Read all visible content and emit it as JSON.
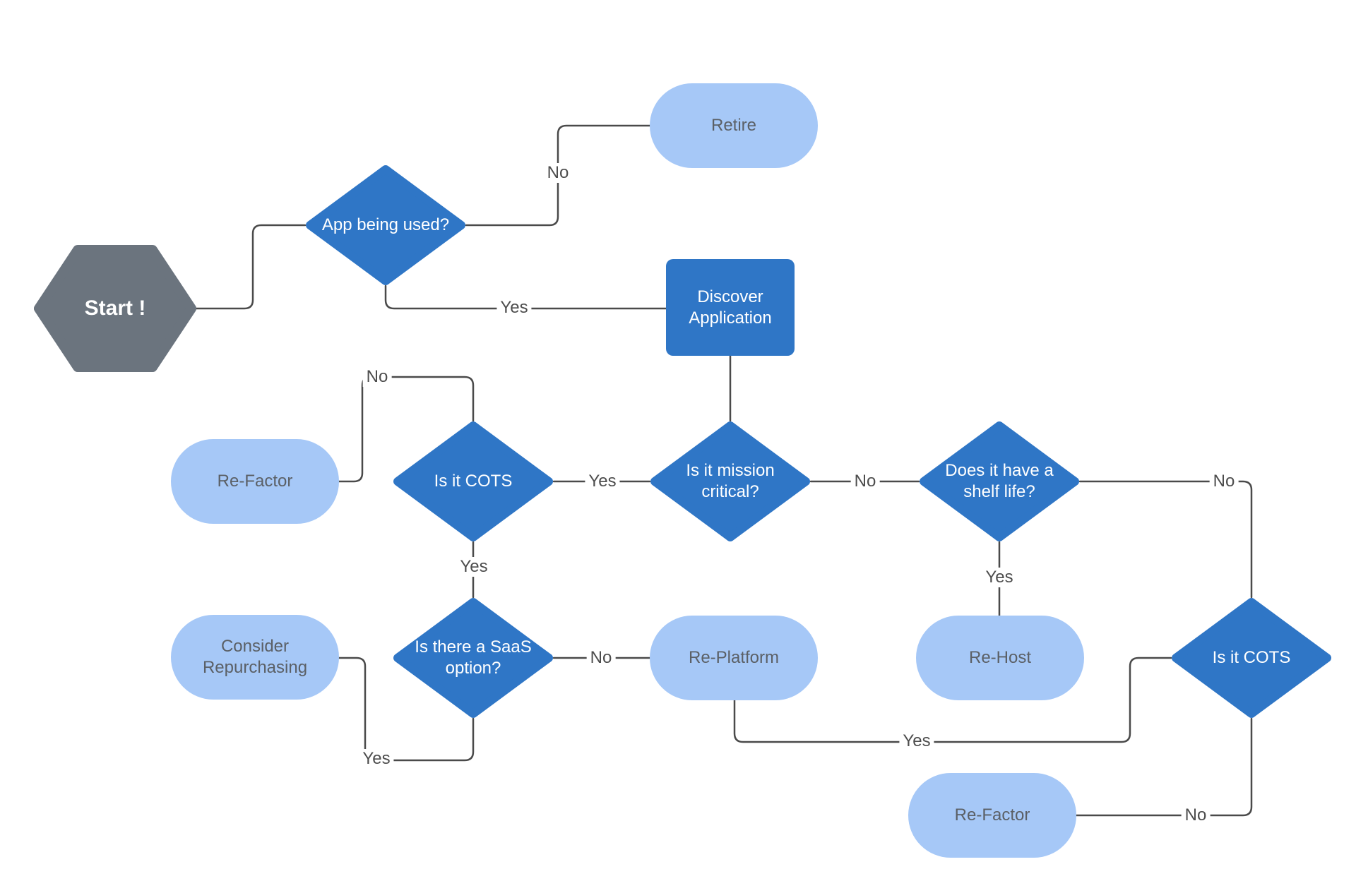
{
  "diagram_type": "flowchart",
  "topic": "Application migration decision flow",
  "colors": {
    "background": "#ffffff",
    "decision_fill": "#2f76c6",
    "process_fill": "#2f76c6",
    "terminator_fill": "#a6c8f7",
    "start_fill": "#6b747e",
    "node_text": "#ffffff",
    "terminator_text": "#5b6066",
    "connector": "#4a4a4a",
    "edge_label_text": "#4d4d4d"
  },
  "nodes": {
    "start": {
      "label": "Start !",
      "shape": "hexagon"
    },
    "app_being_used": {
      "label": "App being used?",
      "shape": "decision"
    },
    "retire": {
      "label": "Retire",
      "shape": "terminator"
    },
    "discover_application": {
      "label": "Discover Application",
      "shape": "process"
    },
    "is_it_cots": {
      "label": "Is it COTS",
      "shape": "decision"
    },
    "is_it_mission_critical": {
      "label": "Is it mission critical?",
      "shape": "decision"
    },
    "does_it_have_a_shelf_life": {
      "label": "Does it have a shelf life?",
      "shape": "decision"
    },
    "re_factor": {
      "label": "Re-Factor",
      "shape": "terminator"
    },
    "consider_repurchasing": {
      "label": "Consider Repurchasing",
      "shape": "terminator"
    },
    "is_there_a_saas_option": {
      "label": "Is there a SaaS option?",
      "shape": "decision"
    },
    "re_platform": {
      "label": "Re-Platform",
      "shape": "terminator"
    },
    "re_host": {
      "label": "Re-Host",
      "shape": "terminator"
    },
    "is_it_cots_2": {
      "label": "Is it COTS",
      "shape": "decision"
    },
    "re_factor_2": {
      "label": "Re-Factor",
      "shape": "terminator"
    }
  },
  "edges": [
    {
      "from": "start",
      "to": "app_being_used",
      "label": ""
    },
    {
      "from": "app_being_used",
      "to": "retire",
      "label": "No"
    },
    {
      "from": "app_being_used",
      "to": "discover_application",
      "label": "Yes"
    },
    {
      "from": "discover_application",
      "to": "is_it_mission_critical",
      "label": ""
    },
    {
      "from": "is_it_mission_critical",
      "to": "is_it_cots",
      "label": "Yes"
    },
    {
      "from": "is_it_mission_critical",
      "to": "does_it_have_a_shelf_life",
      "label": "No"
    },
    {
      "from": "is_it_cots",
      "to": "re_factor",
      "label": "No"
    },
    {
      "from": "is_it_cots",
      "to": "is_there_a_saas_option",
      "label": "Yes"
    },
    {
      "from": "is_there_a_saas_option",
      "to": "re_platform",
      "label": "No"
    },
    {
      "from": "is_there_a_saas_option",
      "to": "consider_repurchasing",
      "label": "Yes"
    },
    {
      "from": "does_it_have_a_shelf_life",
      "to": "re_host",
      "label": "Yes"
    },
    {
      "from": "does_it_have_a_shelf_life",
      "to": "is_it_cots_2",
      "label": "No"
    },
    {
      "from": "is_it_cots_2",
      "to": "re_platform",
      "label": "Yes"
    },
    {
      "from": "is_it_cots_2",
      "to": "re_factor_2",
      "label": "No"
    }
  ]
}
